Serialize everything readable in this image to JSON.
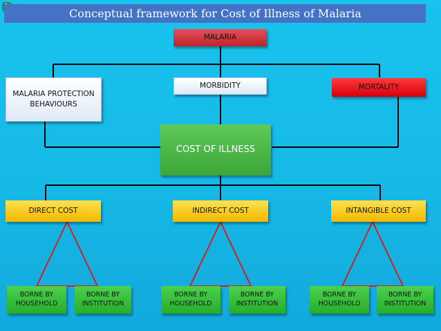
{
  "title": "Conceptual framework for Cost of Illness of Malaria",
  "nodes": {
    "malaria": "MALARIA",
    "protection": "MALARIA PROTECTION BEHAVIOURS",
    "morbidity": "MORBIDITY",
    "mortality": "MORTALITY",
    "cost_of_illness": "COST OF ILLNESS",
    "direct_cost": "DIRECT COST",
    "indirect_cost": "INDIRECT COST",
    "intangible_cost": "INTANGIBLE COST"
  },
  "borne_by": {
    "household": "BORNE BY HOUSEHOLD",
    "institution": "BORNE BY INSTITUTION"
  },
  "colors": {
    "background": "#19c3ee",
    "title_bar": "#4472c4",
    "malaria": "#c0222b",
    "mortality": "#e0101a",
    "cost_of_illness": "#3ea63a",
    "cost_categories": "#f2b800",
    "borne_by": "#26ad2a",
    "triangles": "#d02020"
  }
}
